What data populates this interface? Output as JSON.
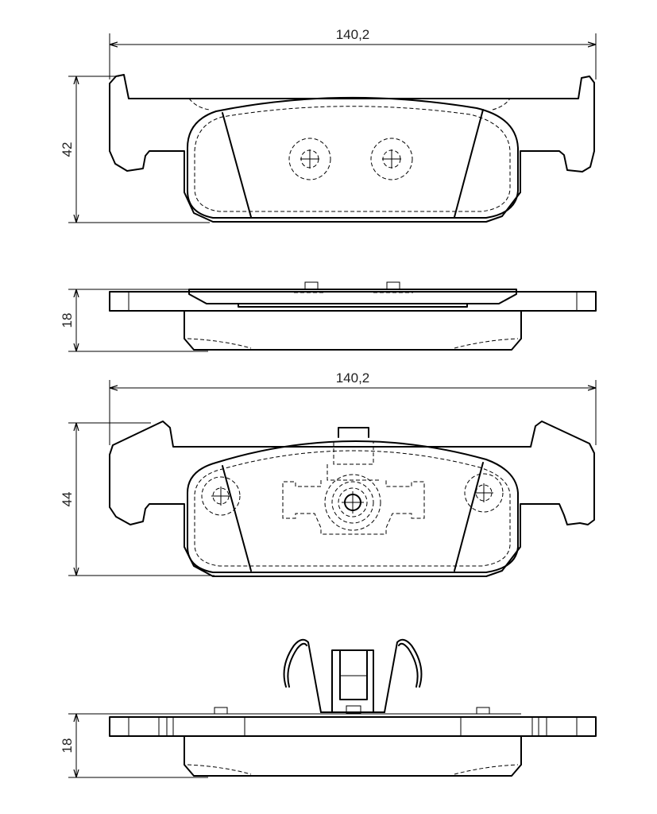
{
  "dimensions": {
    "top_width": "140,2",
    "top_height": "42",
    "side_top_thickness": "18",
    "mid_width": "140,2",
    "mid_height": "44",
    "side_bottom_thickness": "18"
  }
}
